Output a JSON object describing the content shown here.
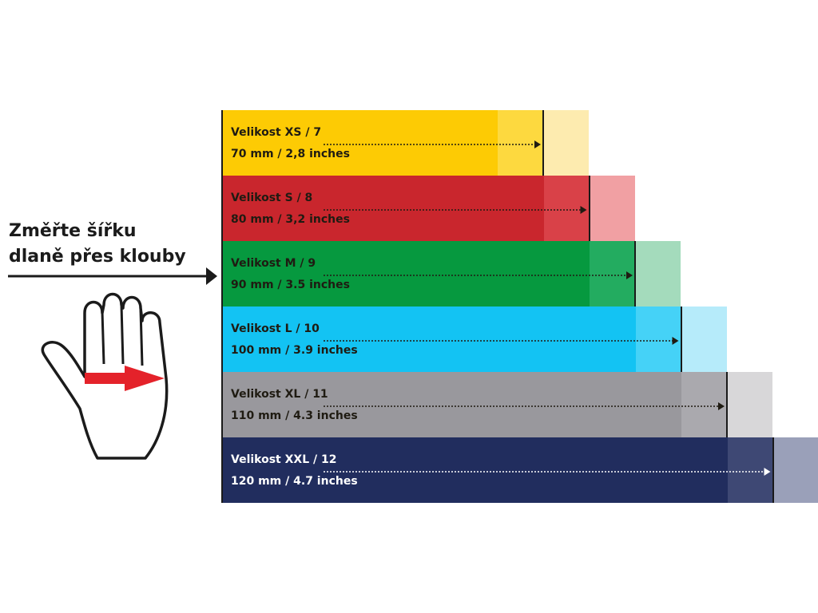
{
  "instruction": {
    "line1": "Změřte šířku",
    "line2": "dlaně přes klouby"
  },
  "icons": {
    "pointer": "right-arrow-icon",
    "hand": "open-hand-outline-icon",
    "measure": "red-measure-arrow-icon"
  },
  "sizes": [
    {
      "label": "Velikost XS / 7",
      "measure": "70 mm / 2,8 inches",
      "mm": 70,
      "colors": [
        "#fdcb04",
        "#fdd93f",
        "#fdebaf"
      ],
      "text": "#1f1b12"
    },
    {
      "label": "Velikost S / 8",
      "measure": "80 mm / 3,2 inches",
      "mm": 80,
      "colors": [
        "#c9262d",
        "#d94148",
        "#f1a0a3"
      ],
      "text": "#1f1b12"
    },
    {
      "label": "Velikost M / 9",
      "measure": "90 mm / 3.5 inches",
      "mm": 90,
      "colors": [
        "#06993f",
        "#23ac60",
        "#a4dbbc"
      ],
      "text": "#1f1b12"
    },
    {
      "label": "Velikost L / 10",
      "measure": "100 mm / 3.9 inches",
      "mm": 100,
      "colors": [
        "#13c3f3",
        "#45d2f7",
        "#b6ebfa"
      ],
      "text": "#1f1b12"
    },
    {
      "label": "Velikost XL / 11",
      "measure": "110 mm / 4.3 inches",
      "mm": 110,
      "colors": [
        "#99989d",
        "#aaa9ae",
        "#d8d7d9"
      ],
      "text": "#1f1b12"
    },
    {
      "label": "Velikost XXL / 12",
      "measure": "120 mm / 4.7 inches",
      "mm": 120,
      "colors": [
        "#212d5e",
        "#3e4874",
        "#9aa0b9"
      ],
      "text": "#ffffff"
    }
  ]
}
